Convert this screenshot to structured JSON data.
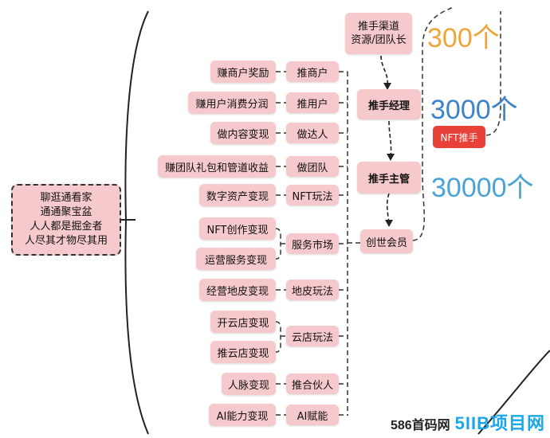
{
  "root": {
    "lines": [
      "聊逛通看家",
      "通通聚宝盆",
      "人人都是掘金者",
      "人尽其才物尽其用"
    ]
  },
  "right_column": {
    "channel": [
      "推手渠道",
      "资源/团队长"
    ],
    "manager": "推手经理",
    "supervisor": "推手主管",
    "founder": "创世会员",
    "nft_pusher": "NFT推手"
  },
  "counts": {
    "c300": "300个",
    "c3000": "3000个",
    "c30000": "30000个",
    "colors": {
      "c300": "#f0a53a",
      "c3000": "#3d83c9",
      "c30000": "#4aa3d6"
    }
  },
  "rows": [
    {
      "category": "推商户",
      "items": [
        "赚商户奖励"
      ]
    },
    {
      "category": "推用户",
      "items": [
        "赚用户消费分润"
      ]
    },
    {
      "category": "做达人",
      "items": [
        "做内容变现"
      ]
    },
    {
      "category": "做团队",
      "items": [
        "赚团队礼包和管道收益"
      ]
    },
    {
      "category": "NFT玩法",
      "items": [
        "数字资产变现"
      ]
    },
    {
      "category": "服务市场",
      "items": [
        "NFT创作变现",
        "运营服务变现"
      ]
    },
    {
      "category": "地皮玩法",
      "items": [
        "经营地皮变现"
      ]
    },
    {
      "category": "云店玩法",
      "items": [
        "开云店变现",
        "推云店变现"
      ]
    },
    {
      "category": "推合伙人",
      "items": [
        "人脉变现"
      ]
    },
    {
      "category": "AI赋能",
      "items": [
        "AI能力变现"
      ]
    }
  ],
  "watermark": {
    "part1": "586首码网",
    "part2": "5IIB项目网"
  }
}
